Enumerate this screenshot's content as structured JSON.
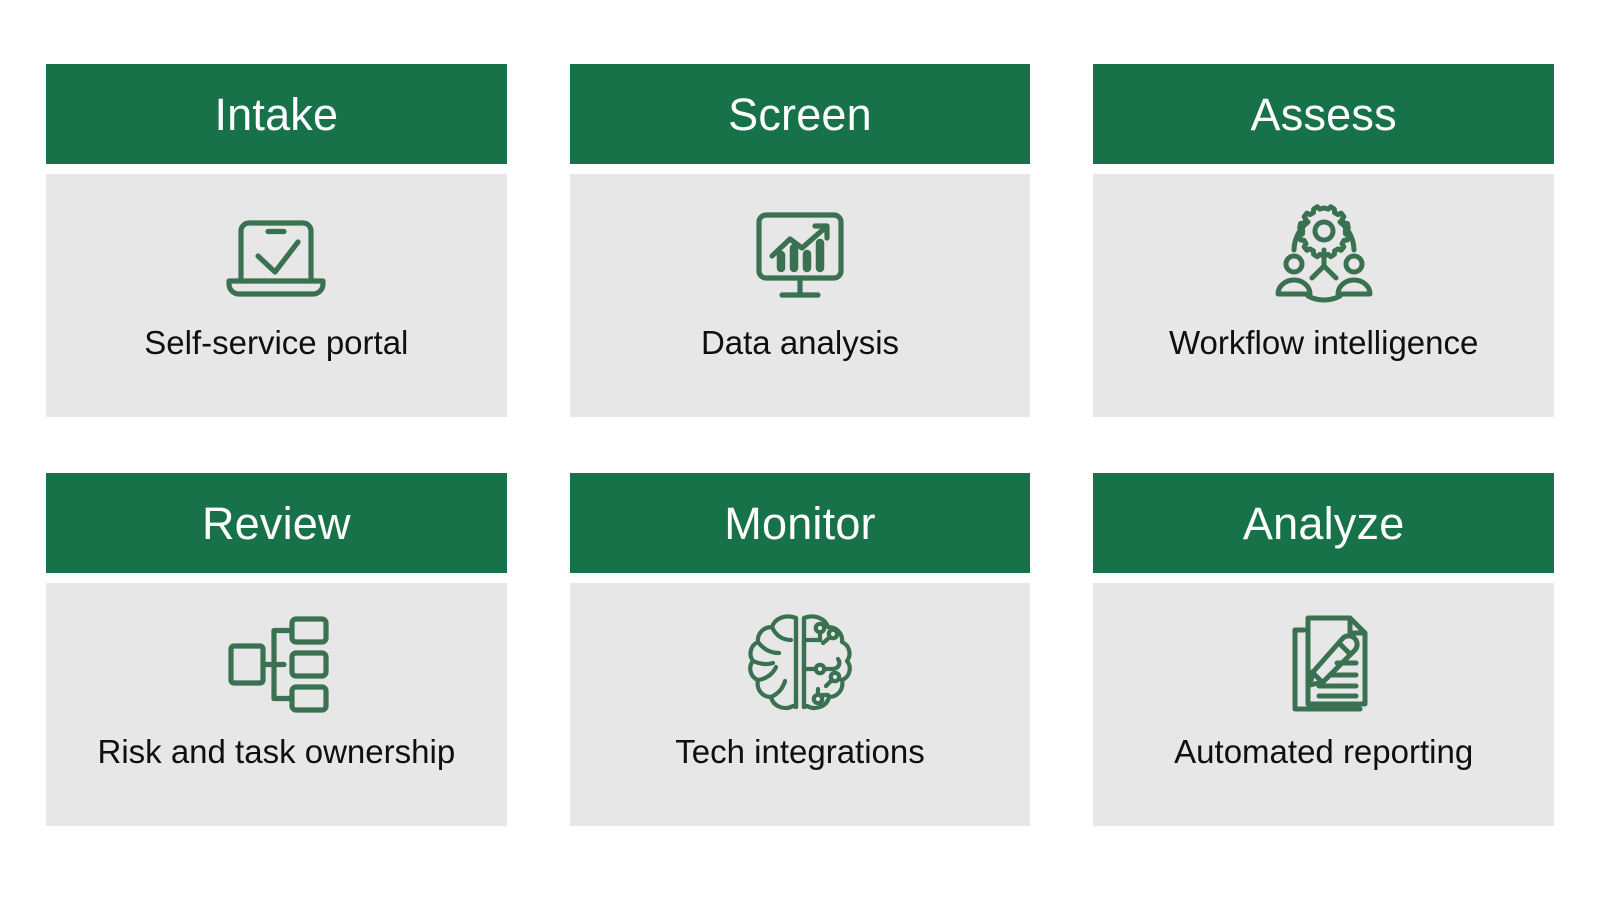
{
  "colors": {
    "header_green": "#17724a",
    "body_gray": "#e7e7e7",
    "icon_green": "#3a7150",
    "header_text": "#ffffff",
    "caption_text": "#0f0f0f",
    "page_background": "#ffffff"
  },
  "layout": {
    "columns": 3,
    "rows": 2
  },
  "cards": [
    {
      "title": "Intake",
      "caption": "Self-service portal",
      "icon": "laptop-check-icon"
    },
    {
      "title": "Screen",
      "caption": "Data analysis",
      "icon": "monitor-chart-icon"
    },
    {
      "title": "Assess",
      "caption": "Workflow intelligence",
      "icon": "gear-people-network-icon"
    },
    {
      "title": "Review",
      "caption": "Risk and task ownership",
      "icon": "hierarchy-sitemap-icon"
    },
    {
      "title": "Monitor",
      "caption": "Tech integrations",
      "icon": "ai-brain-circuit-icon"
    },
    {
      "title": "Analyze",
      "caption": "Automated reporting",
      "icon": "documents-pencil-icon"
    }
  ]
}
